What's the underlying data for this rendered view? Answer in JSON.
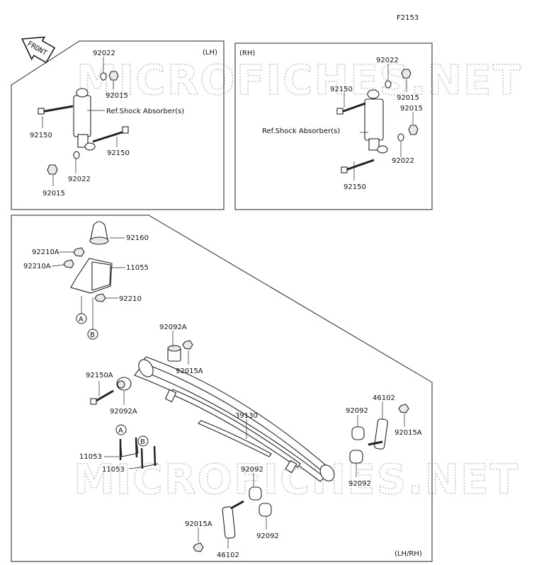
{
  "figure_code": "F2153",
  "watermark": "MICROFICHES.NET",
  "front_label": "FRONT",
  "panels": {
    "left": {
      "tag": "(LH)"
    },
    "right": {
      "tag": "(RH)"
    },
    "bottom": {
      "tag": "(LH/RH)"
    }
  },
  "ref_text": "Ref.Shock Absorber(s)",
  "callouts": {
    "l_92022a": "92022",
    "l_92015a": "92015",
    "l_92150a": "92150",
    "l_92150b": "92150",
    "l_92022b": "92022",
    "l_92015b": "92015",
    "r_92022a": "92022",
    "r_92150a": "92150",
    "r_92015a": "92015",
    "r_92015b": "92015",
    "r_92022b": "92022",
    "r_92150b": "92150",
    "b_92160": "92160",
    "b_92210A_1": "92210A",
    "b_92210A_2": "92210A",
    "b_11055": "11055",
    "b_92210": "92210",
    "b_92092A_1": "92092A",
    "b_92015A_1": "92015A",
    "b_92150A": "92150A",
    "b_92092A_2": "92092A",
    "b_39130": "39130",
    "b_46102_1": "46102",
    "b_92092_1": "92092",
    "b_92015A_2": "92015A",
    "b_92092_2": "92092",
    "b_11053_1": "11053",
    "b_11053_2": "11053",
    "b_92092_3": "92092",
    "b_92015A_3": "92015A",
    "b_92092_4": "92092",
    "b_46102_2": "46102"
  },
  "circle_markers": {
    "a1": "A",
    "b1": "B",
    "a2": "A",
    "b2": "B"
  }
}
